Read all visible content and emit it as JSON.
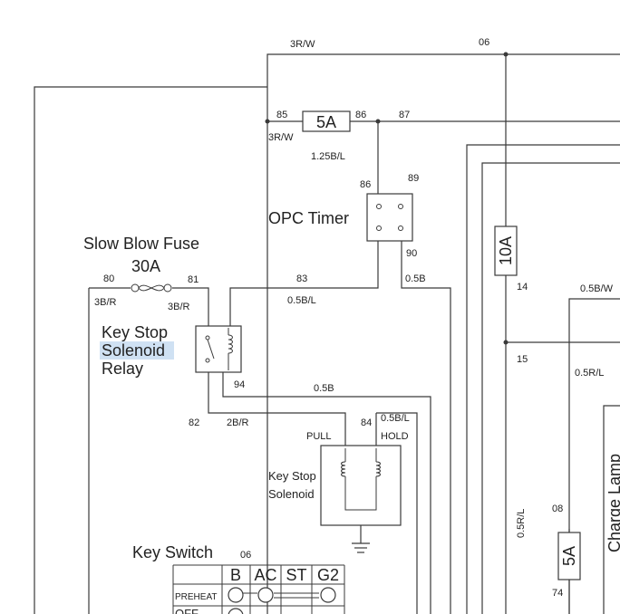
{
  "wire_labels": {
    "w_3rw_top": "3R/W",
    "w_06_top": "06",
    "w_85": "85",
    "w_3rw_85": "3R/W",
    "w_86_left": "86",
    "w_87": "87",
    "w_125bl": "1.25B/L",
    "w_86_timer": "86",
    "w_89": "89",
    "w_90": "90",
    "w_05b_90": "0.5B",
    "w_80": "80",
    "w_81": "81",
    "w_3br_left": "3B/R",
    "w_3br_right": "3B/R",
    "w_83": "83",
    "w_05bl_83": "0.5B/L",
    "w_94": "94",
    "w_05b_94": "0.5B",
    "w_82": "82",
    "w_2br": "2B/R",
    "w_84": "84",
    "w_05bl_hold": "0.5B/L",
    "w_14": "14",
    "w_05bw": "0.5B/W",
    "w_15": "15",
    "w_05rl": "0.5R/L",
    "w_05rl_vert": "0.5R/L",
    "w_08": "08",
    "w_74": "74",
    "w_06_key": "06"
  },
  "components": {
    "fuse_5a_top": "5A",
    "fuse_10a": "10A",
    "fuse_5a_bottom": "5A",
    "opc_timer": "OPC Timer",
    "slow_blow_fuse_title": "Slow Blow Fuse",
    "slow_blow_fuse_rating": "30A",
    "relay_line1": "Key Stop",
    "relay_line2": "Solenoid",
    "relay_line3": "Relay",
    "solenoid_line1": "Key Stop",
    "solenoid_line2": "Solenoid",
    "pull": "PULL",
    "hold": "HOLD",
    "charge_lamp": "Charge Lamp"
  },
  "key_switch": {
    "title": "Key Switch",
    "columns": [
      "B",
      "AC",
      "ST",
      "G2"
    ],
    "rows": [
      "PREHEAT",
      "OFF"
    ]
  }
}
